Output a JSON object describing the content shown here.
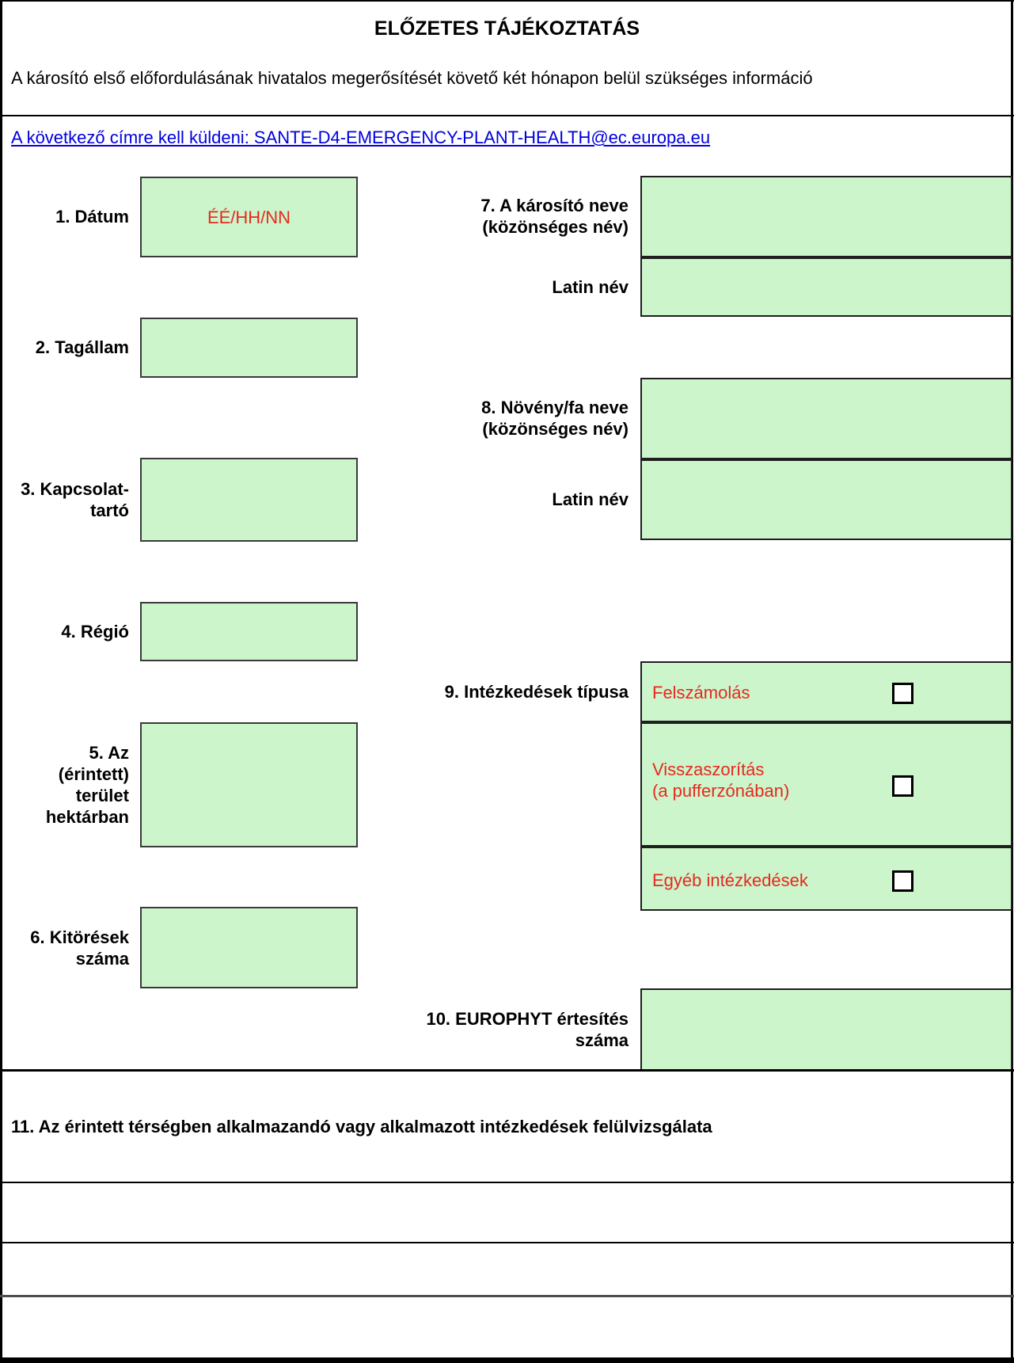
{
  "header": {
    "title": "ELŐZETES TÁJÉKOZTATÁS",
    "intro": "A károsító első előfordulásának hivatalos megerősítését követő két hónapon belül szükséges információ",
    "send_link": "A következő címre kell küldeni: SANTE-D4-EMERGENCY-PLANT-HEALTH@ec.europa.eu"
  },
  "fields": {
    "date": {
      "label": "1. Dátum",
      "value": "ÉÉ/HH/NN"
    },
    "member_state": {
      "label": "2. Tagállam"
    },
    "contact": {
      "label1": "3. Kapcsolat-",
      "label2": "tartó"
    },
    "region": {
      "label": "4. Régió"
    },
    "area": {
      "label1": "5. Az",
      "label2": "(érintett)",
      "label3": "terület",
      "label4": "hektárban"
    },
    "outbreaks": {
      "label1": "6. Kitörések",
      "label2": "száma"
    },
    "pest": {
      "label1": "7. A károsító neve",
      "label2": "(közönséges név)",
      "latin": "Latin név"
    },
    "plant": {
      "label1": "8. Növény/fa neve",
      "label2": "(közönséges név)",
      "latin": "Latin név"
    },
    "measures": {
      "label": "9. Intézkedések típusa",
      "opt1": "Felszámolás",
      "opt2_line1": "Visszaszorítás",
      "opt2_line2": "(a pufferzónában)",
      "opt3": "Egyéb intézkedések"
    },
    "europhyt": {
      "label1": "10. EUROPHYT értesítés",
      "label2": "száma"
    },
    "review": {
      "label": "11. Az érintett térségben alkalmazandó vagy alkalmazott intézkedések felülvizsgálata"
    }
  },
  "colors": {
    "field_green": "#ccf5cb",
    "field_border": "#3a3a3a",
    "red_text": "#e8281e",
    "link_blue": "#0000dd",
    "line_black": "#000000"
  }
}
